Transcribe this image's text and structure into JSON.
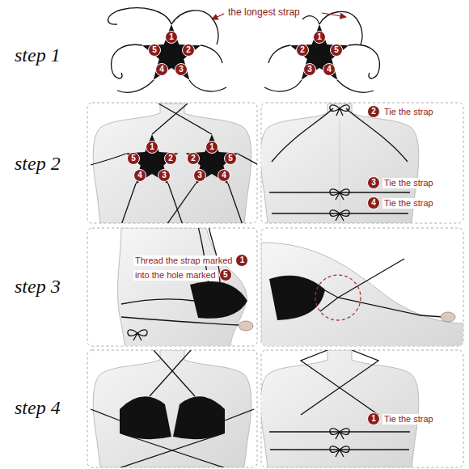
{
  "diagram": {
    "labels": [
      "step 1",
      "the longest strap",
      "1",
      "2",
      "3",
      "4",
      "5",
      "1",
      "2",
      "3",
      "4",
      "5",
      "step 2",
      "1",
      "2",
      "3",
      "4",
      "5",
      "1",
      "2",
      "3",
      "4",
      "5",
      "2",
      "Tie the strap",
      "3",
      "Tie the strap",
      "4",
      "Tie the strap",
      "step 3",
      "Thread the strap marked",
      "1",
      "into the hole marked",
      "5",
      "step 4",
      "1",
      "Tie the strap"
    ]
  }
}
